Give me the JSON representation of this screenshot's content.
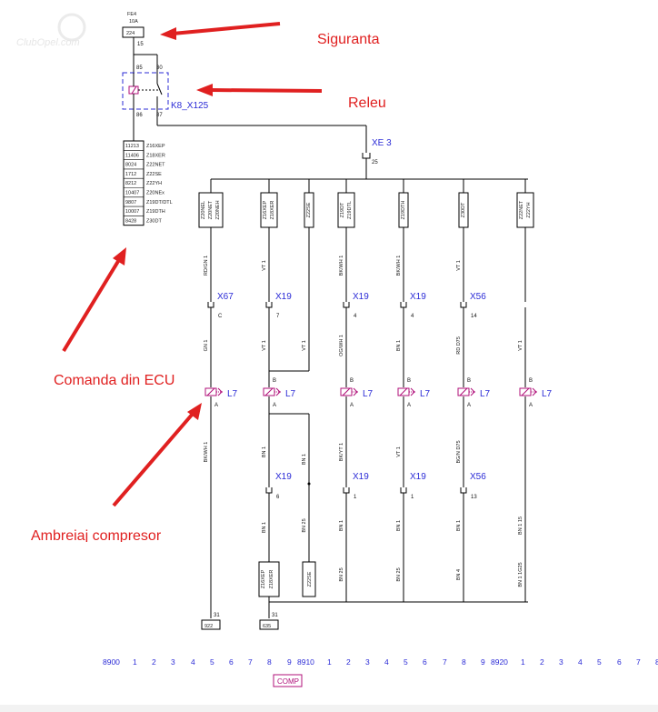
{
  "watermark": "ClubOpel.com",
  "fuse": {
    "name": "FE4",
    "rating": "10A",
    "box": "224",
    "pin": "15"
  },
  "relay": {
    "name": "K8_X125",
    "pins": [
      "85",
      "30",
      "86",
      "87"
    ]
  },
  "connector_xe3": {
    "name": "XE 3",
    "pin": "25"
  },
  "ecu_table": [
    {
      "code": "11213",
      "engine": "Z16XEP"
    },
    {
      "code": "11406",
      "engine": "Z18XER"
    },
    {
      "code": "8024",
      "engine": "Z22NET"
    },
    {
      "code": "1712",
      "engine": "Z22SE"
    },
    {
      "code": "8212",
      "engine": "Z22YH"
    },
    {
      "code": "10407",
      "engine": "Z20NEx"
    },
    {
      "code": "9807",
      "engine": "Z19DT/DTL"
    },
    {
      "code": "10007",
      "engine": "Z19DTH"
    },
    {
      "code": "8428",
      "engine": "Z30DT"
    }
  ],
  "columns": [
    {
      "engines": [
        "Z20NEL",
        "Z20NET",
        "Z20NEH"
      ],
      "wire_top": "RD/GN 1",
      "conn_top": "X67",
      "pin_top": "C",
      "wire_mid": "GN 1",
      "clutch": "L7",
      "pin_b": "",
      "pin_a": "A",
      "wire_low": "BK/WH 1",
      "conn_bot": "",
      "pin_bot": "",
      "wire_bot": "",
      "ground": "31",
      "ground_box": "922"
    },
    {
      "engines": [
        "Z16XEP",
        "Z18XER"
      ],
      "wire_top": "VT 1",
      "conn_top": "X19",
      "pin_top": "7",
      "wire_mid": "VT 1",
      "clutch": "L7",
      "pin_b": "B",
      "pin_a": "A",
      "wire_low": "BN 1",
      "conn_bot": "X19",
      "pin_bot": "6",
      "wire_bot": "BN 1",
      "bottom_engines": [
        "Z16XEP",
        "Z18XER"
      ],
      "ground": "31",
      "ground_box": "635"
    },
    {
      "engines": [
        "Z22SE"
      ],
      "wire_top": "",
      "conn_top": "",
      "pin_top": "",
      "wire_mid": "VT 1",
      "wire_low": "BN 1",
      "wire_bot": "BN 25",
      "bottom_engines": [
        "Z22SE"
      ]
    },
    {
      "engines": [
        "Z19DT",
        "Z19DTL"
      ],
      "wire_top": "BK/WH 1",
      "conn_top": "X19",
      "pin_top": "4",
      "wire_mid": "OG/WH 1",
      "clutch": "L7",
      "pin_b": "B",
      "pin_a": "A",
      "wire_low": "BK/YT 1",
      "conn_bot": "X19",
      "pin_bot": "1",
      "wire_bot": "BN 1",
      "wire_bot2": "BN 25"
    },
    {
      "engines": [
        "Z19DTH"
      ],
      "wire_top": "BK/WH 1",
      "conn_top": "X19",
      "pin_top": "4",
      "wire_mid": "BN 1",
      "clutch": "L7",
      "pin_b": "B",
      "pin_a": "A",
      "wire_low": "VT 1",
      "conn_bot": "X19",
      "pin_bot": "1",
      "wire_bot": "BN 1",
      "wire_bot2": "BN 25"
    },
    {
      "engines": [
        "Z30DT"
      ],
      "wire_top": "VT 1",
      "conn_top": "X56",
      "pin_top": "14",
      "wire_mid": "RD D75",
      "clutch": "L7",
      "pin_b": "B",
      "pin_a": "A",
      "wire_low": "BG/N D75",
      "conn_bot": "X56",
      "pin_bot": "13",
      "wire_bot": "BN 1",
      "wire_bot2": "BN 4"
    },
    {
      "engines": [
        "Z22NET",
        "Z22YH"
      ],
      "wire_top": "",
      "conn_top": "",
      "pin_top": "",
      "wire_mid": "VT 1",
      "clutch": "L7",
      "pin_b": "B",
      "pin_a": "A",
      "wire_low": "",
      "conn_bot": "",
      "pin_bot": "",
      "wire_bot": "BN 1 15",
      "wire_bot2": "BN 1 1G25"
    }
  ],
  "annotations": {
    "fuse": "Siguranta",
    "relay": "Releu",
    "ecu": "Comanda din ECU",
    "clutch": "Ambreiaj compresor"
  },
  "ruler": [
    "8900",
    "1",
    "2",
    "3",
    "4",
    "5",
    "6",
    "7",
    "8",
    "9",
    "8910",
    "1",
    "2",
    "3",
    "4",
    "5",
    "6",
    "7",
    "8",
    "9",
    "8920",
    "1",
    "2",
    "3",
    "4",
    "5",
    "6",
    "7",
    "8"
  ],
  "comp_label": "COMP",
  "colors": {
    "annotation": "#e02020",
    "connector": "#2b2bd6",
    "comp": "#b0107a",
    "line": "#000000"
  }
}
